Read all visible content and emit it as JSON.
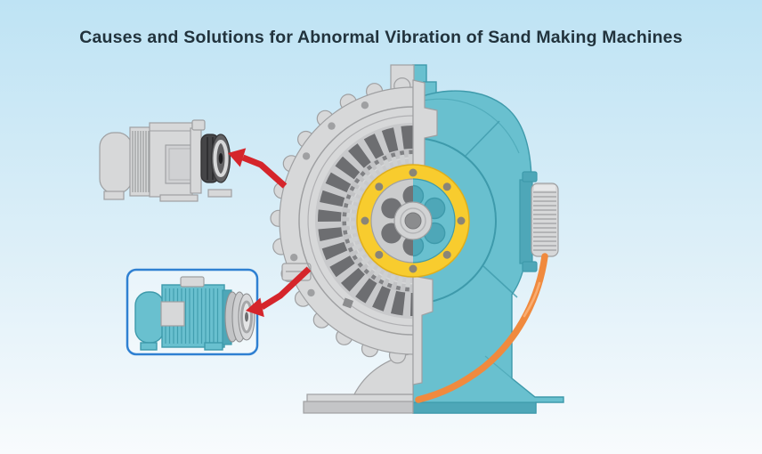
{
  "title": "Causes and Solutions for Abnormal Vibration of Sand Making Machines",
  "illustration": {
    "subject": "sand-making-machine-cutaway",
    "parts": {
      "machine_housing_left": "grey cutaway casing half",
      "machine_housing_right": "teal casing half with pedestal base",
      "impeller_vanes": "dark radial vane ring",
      "rotor_gear": "internal gear ring",
      "bearing_flange": "yellow bolted bearing flange",
      "drive_gear": "ribbed drive pulley on right side",
      "drive_belt": "orange drive belt",
      "motor_top": "grey electric motor with dark pulley",
      "motor_bottom": "teal electric motor with grooved pulley inside blue callout box",
      "arrow_top": "red arrow from casing to grey motor pulley",
      "arrow_bottom": "red arrow from casing to teal motor pulley"
    }
  },
  "colors": {
    "bg_top": "#bee3f4",
    "bg_mid": "#ddeff8",
    "bg_bottom": "#f8fbfd",
    "title_color": "#22333d",
    "gray_light": "#d7d8d9",
    "gray_mid": "#c4c5c7",
    "gray_line": "#9fa0a2",
    "vane_dark": "#6d6e71",
    "teal": "#69c0cf",
    "teal_dark": "#4ea7b8",
    "teal_line": "#3e9aab",
    "yellow": "#f8cc2e",
    "yellow_line": "#dfae1b",
    "orange": "#f08a3e",
    "orange_light": "#f9ae72",
    "red": "#d5252b",
    "box_blue": "#2f80d2",
    "bolt": "#8a8577",
    "pulley_dark": "#454547"
  }
}
